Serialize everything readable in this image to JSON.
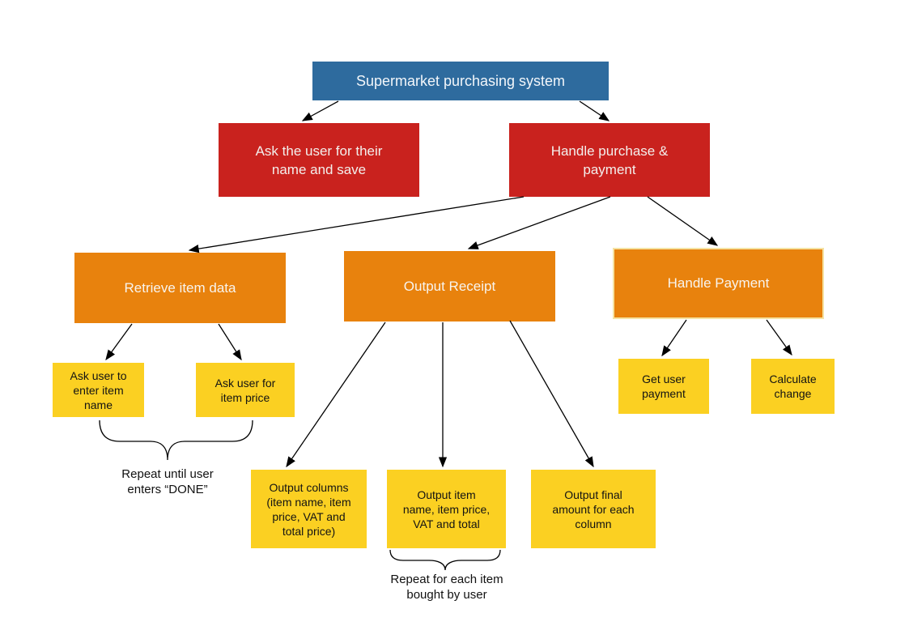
{
  "diagram": {
    "title": "Supermarket purchasing system flowchart",
    "background": "#ffffff",
    "palette": {
      "level1_blue": "#2e6b9e",
      "level2_red": "#c9221e",
      "level3_orange": "#e8820d",
      "level3_highlight_border": "#f5e3a3",
      "level4_yellow": "#fbd022",
      "line_color": "#000000",
      "light_text": "#ffffff",
      "dark_text": "#000000"
    }
  },
  "nodes": {
    "root": {
      "label": "Supermarket purchasing system"
    },
    "ask_name": {
      "label": "Ask the user for their\nname and save"
    },
    "handle_purchase": {
      "label": "Handle purchase &\npayment"
    },
    "retrieve_item_data": {
      "label": "Retrieve item data"
    },
    "output_receipt": {
      "label": "Output Receipt"
    },
    "handle_payment": {
      "label": "Handle Payment"
    },
    "ask_item_name": {
      "label": "Ask user to\nenter item\nname"
    },
    "ask_item_price": {
      "label": "Ask user for\nitem price"
    },
    "output_columns": {
      "label": "Output columns\n(item name, item\nprice, VAT and\ntotal price)"
    },
    "output_item_details": {
      "label": "Output item\nname, item price,\nVAT and total"
    },
    "output_final_amount": {
      "label": "Output final\namount for each\ncolumn"
    },
    "get_user_payment": {
      "label": "Get user\npayment"
    },
    "calculate_change": {
      "label": "Calculate\nchange"
    }
  },
  "annotations": {
    "repeat_until_done": {
      "label": "Repeat until user\nenters “DONE”"
    },
    "repeat_for_each_item": {
      "label": "Repeat for each item\nbought by user"
    }
  },
  "edges": [
    {
      "from": "root",
      "to": "ask_name"
    },
    {
      "from": "root",
      "to": "handle_purchase"
    },
    {
      "from": "handle_purchase",
      "to": "retrieve_item_data"
    },
    {
      "from": "handle_purchase",
      "to": "output_receipt"
    },
    {
      "from": "handle_purchase",
      "to": "handle_payment"
    },
    {
      "from": "retrieve_item_data",
      "to": "ask_item_name"
    },
    {
      "from": "retrieve_item_data",
      "to": "ask_item_price"
    },
    {
      "from": "output_receipt",
      "to": "output_columns"
    },
    {
      "from": "output_receipt",
      "to": "output_item_details"
    },
    {
      "from": "output_receipt",
      "to": "output_final_amount"
    },
    {
      "from": "handle_payment",
      "to": "get_user_payment"
    },
    {
      "from": "handle_payment",
      "to": "calculate_change"
    }
  ]
}
